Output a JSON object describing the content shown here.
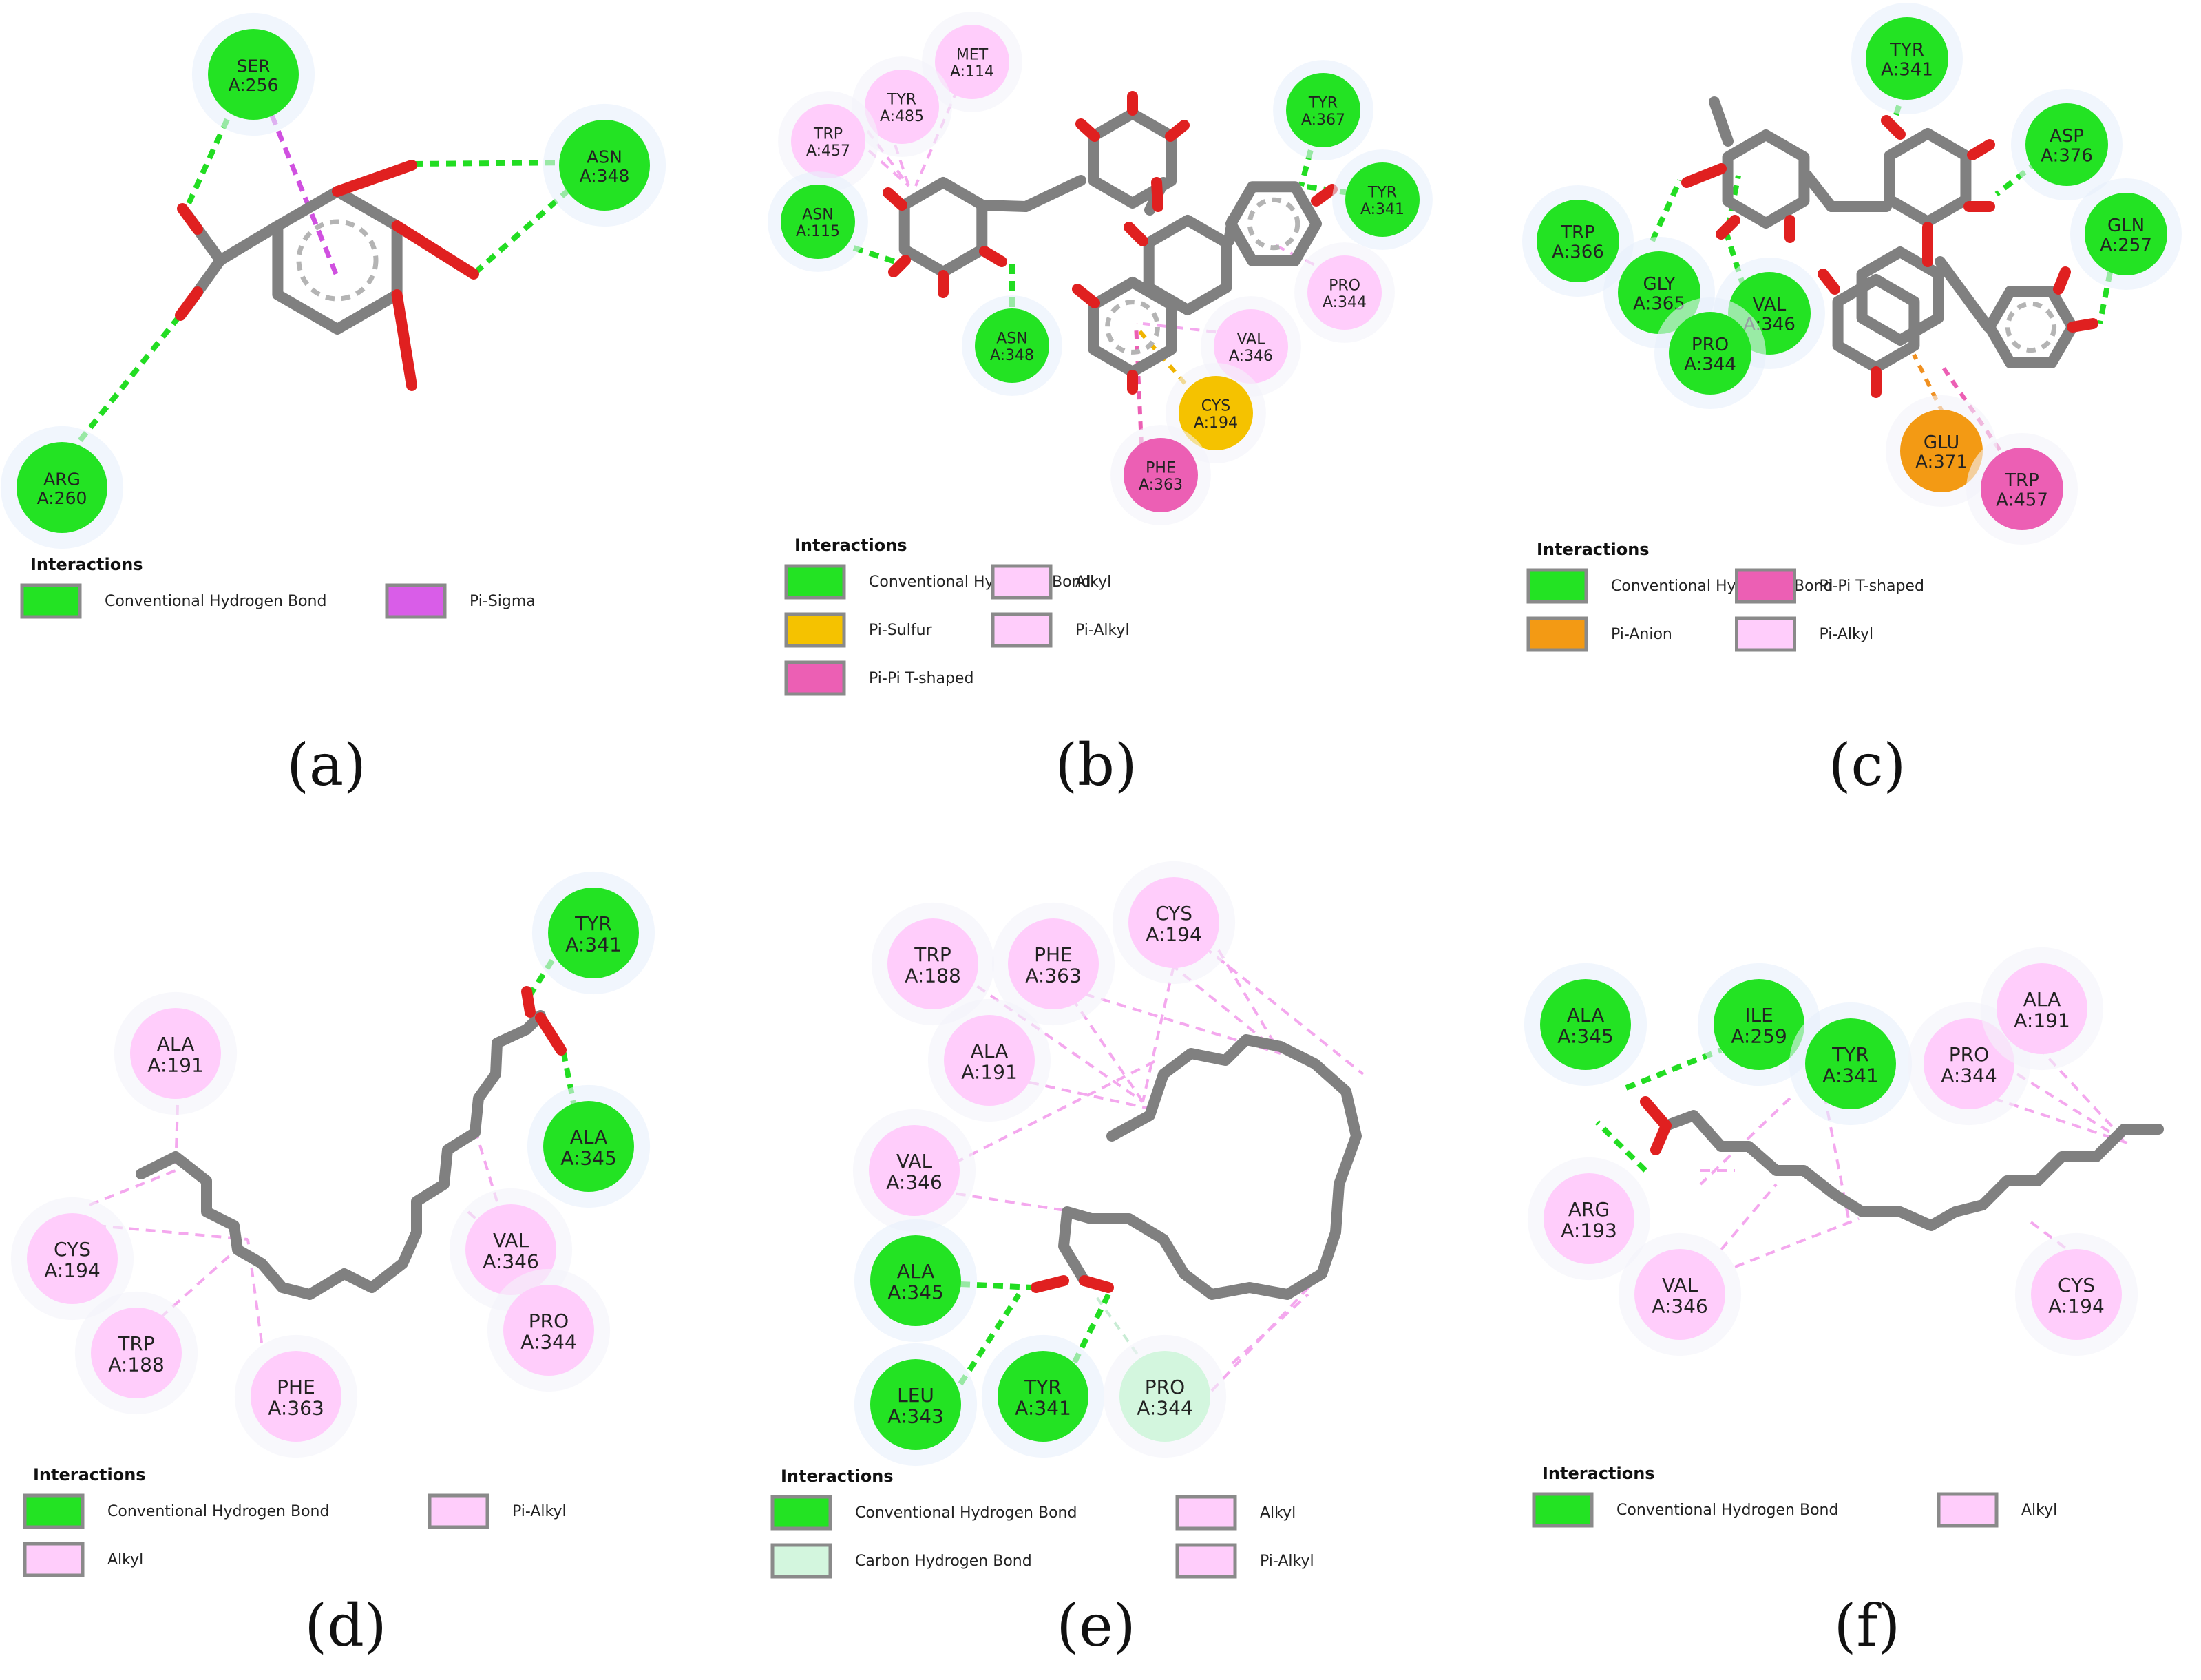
{
  "colors": {
    "conventional_hydrogen_bond": "#23e323",
    "carbon_hydrogen_bond": "#d3f6de",
    "alkyl": "#ffcdfb",
    "pi_alkyl": "#ffcdfb",
    "pi_sigma": "#d95de8",
    "pi_sulfur": "#f5c200",
    "pi_anion": "#f39a14",
    "pi_pi_t_shaped": "#ec5fb4",
    "bond": "#808080",
    "oxygen": "#e02020"
  },
  "panels": [
    {
      "label": "(a)",
      "legend_title": "Interactions",
      "legend": [
        {
          "text": "Conventional Hydrogen Bond",
          "color": "#23e323"
        },
        {
          "text": "Pi-Sigma",
          "color": "#d95de8"
        }
      ],
      "residues": [
        {
          "name": "SER",
          "id": "A:256",
          "type": "hbond"
        },
        {
          "name": "ASN",
          "id": "A:348",
          "type": "hbond"
        },
        {
          "name": "ARG",
          "id": "A:260",
          "type": "hbond"
        }
      ]
    },
    {
      "label": "(b)",
      "legend_title": "Interactions",
      "legend": [
        {
          "text": "Conventional Hydrogen Bond",
          "color": "#23e323"
        },
        {
          "text": "Alkyl",
          "color": "#ffcdfb"
        },
        {
          "text": "Pi-Sulfur",
          "color": "#f5c200"
        },
        {
          "text": "Pi-Alkyl",
          "color": "#ffcdfb"
        },
        {
          "text": "Pi-Pi T-shaped",
          "color": "#ec5fb4"
        }
      ],
      "residues": [
        {
          "name": "MET",
          "id": "A:114",
          "type": "alkyl"
        },
        {
          "name": "TYR",
          "id": "A:485",
          "type": "alkyl"
        },
        {
          "name": "TRP",
          "id": "A:457",
          "type": "alkyl"
        },
        {
          "name": "ASN",
          "id": "A:115",
          "type": "hbond"
        },
        {
          "name": "ASN",
          "id": "A:348",
          "type": "hbond"
        },
        {
          "name": "TYR",
          "id": "A:367",
          "type": "hbond"
        },
        {
          "name": "TYR",
          "id": "A:341",
          "type": "hbond"
        },
        {
          "name": "PRO",
          "id": "A:344",
          "type": "alkyl"
        },
        {
          "name": "VAL",
          "id": "A:346",
          "type": "alkyl"
        },
        {
          "name": "CYS",
          "id": "A:194",
          "type": "pisulfur"
        },
        {
          "name": "PHE",
          "id": "A:363",
          "type": "pipi"
        }
      ]
    },
    {
      "label": "(c)",
      "legend_title": "Interactions",
      "legend": [
        {
          "text": "Conventional Hydrogen Bond",
          "color": "#23e323"
        },
        {
          "text": "Pi-Pi T-shaped",
          "color": "#ec5fb4"
        },
        {
          "text": "Pi-Anion",
          "color": "#f39a14"
        },
        {
          "text": "Pi-Alkyl",
          "color": "#ffcdfb"
        }
      ],
      "residues": [
        {
          "name": "TYR",
          "id": "A:341",
          "type": "hbond"
        },
        {
          "name": "ASP",
          "id": "A:376",
          "type": "hbond"
        },
        {
          "name": "GLN",
          "id": "A:257",
          "type": "hbond"
        },
        {
          "name": "TRP",
          "id": "A:366",
          "type": "hbond"
        },
        {
          "name": "GLY",
          "id": "A:365",
          "type": "hbond"
        },
        {
          "name": "VAL",
          "id": "A:346",
          "type": "hbond"
        },
        {
          "name": "PRO",
          "id": "A:344",
          "type": "hbond"
        },
        {
          "name": "GLU",
          "id": "A:371",
          "type": "pianion"
        },
        {
          "name": "TRP",
          "id": "A:457",
          "type": "pipi"
        }
      ]
    },
    {
      "label": "(d)",
      "legend_title": "Interactions",
      "legend": [
        {
          "text": "Conventional Hydrogen Bond",
          "color": "#23e323"
        },
        {
          "text": "Pi-Alkyl",
          "color": "#ffcdfb"
        },
        {
          "text": "Alkyl",
          "color": "#ffcdfb"
        }
      ],
      "residues": [
        {
          "name": "TYR",
          "id": "A:341",
          "type": "hbond"
        },
        {
          "name": "ALA",
          "id": "A:345",
          "type": "hbond"
        },
        {
          "name": "ALA",
          "id": "A:191",
          "type": "alkyl"
        },
        {
          "name": "CYS",
          "id": "A:194",
          "type": "alkyl"
        },
        {
          "name": "TRP",
          "id": "A:188",
          "type": "alkyl"
        },
        {
          "name": "PHE",
          "id": "A:363",
          "type": "alkyl"
        },
        {
          "name": "VAL",
          "id": "A:346",
          "type": "alkyl"
        },
        {
          "name": "PRO",
          "id": "A:344",
          "type": "alkyl"
        }
      ]
    },
    {
      "label": "(e)",
      "legend_title": "Interactions",
      "legend": [
        {
          "text": "Conventional Hydrogen Bond",
          "color": "#23e323"
        },
        {
          "text": "Alkyl",
          "color": "#ffcdfb"
        },
        {
          "text": "Carbon Hydrogen Bond",
          "color": "#d3f6de"
        },
        {
          "text": "Pi-Alkyl",
          "color": "#ffcdfb"
        }
      ],
      "residues": [
        {
          "name": "TRP",
          "id": "A:188",
          "type": "alkyl"
        },
        {
          "name": "PHE",
          "id": "A:363",
          "type": "alkyl"
        },
        {
          "name": "CYS",
          "id": "A:194",
          "type": "alkyl"
        },
        {
          "name": "ALA",
          "id": "A:191",
          "type": "alkyl"
        },
        {
          "name": "VAL",
          "id": "A:346",
          "type": "alkyl"
        },
        {
          "name": "ALA",
          "id": "A:345",
          "type": "hbond"
        },
        {
          "name": "LEU",
          "id": "A:343",
          "type": "hbond"
        },
        {
          "name": "TYR",
          "id": "A:341",
          "type": "hbond"
        },
        {
          "name": "PRO",
          "id": "A:344",
          "type": "chbond"
        }
      ]
    },
    {
      "label": "(f)",
      "legend_title": "Interactions",
      "legend": [
        {
          "text": "Conventional Hydrogen Bond",
          "color": "#23e323"
        },
        {
          "text": "Alkyl",
          "color": "#ffcdfb"
        }
      ],
      "residues": [
        {
          "name": "ALA",
          "id": "A:345",
          "type": "hbond"
        },
        {
          "name": "ILE",
          "id": "A:259",
          "type": "hbond"
        },
        {
          "name": "TYR",
          "id": "A:341",
          "type": "hbond"
        },
        {
          "name": "PRO",
          "id": "A:344",
          "type": "alkyl"
        },
        {
          "name": "ALA",
          "id": "A:191",
          "type": "alkyl"
        },
        {
          "name": "ARG",
          "id": "A:193",
          "type": "alkyl"
        },
        {
          "name": "VAL",
          "id": "A:346",
          "type": "alkyl"
        },
        {
          "name": "CYS",
          "id": "A:194",
          "type": "alkyl"
        }
      ]
    }
  ]
}
